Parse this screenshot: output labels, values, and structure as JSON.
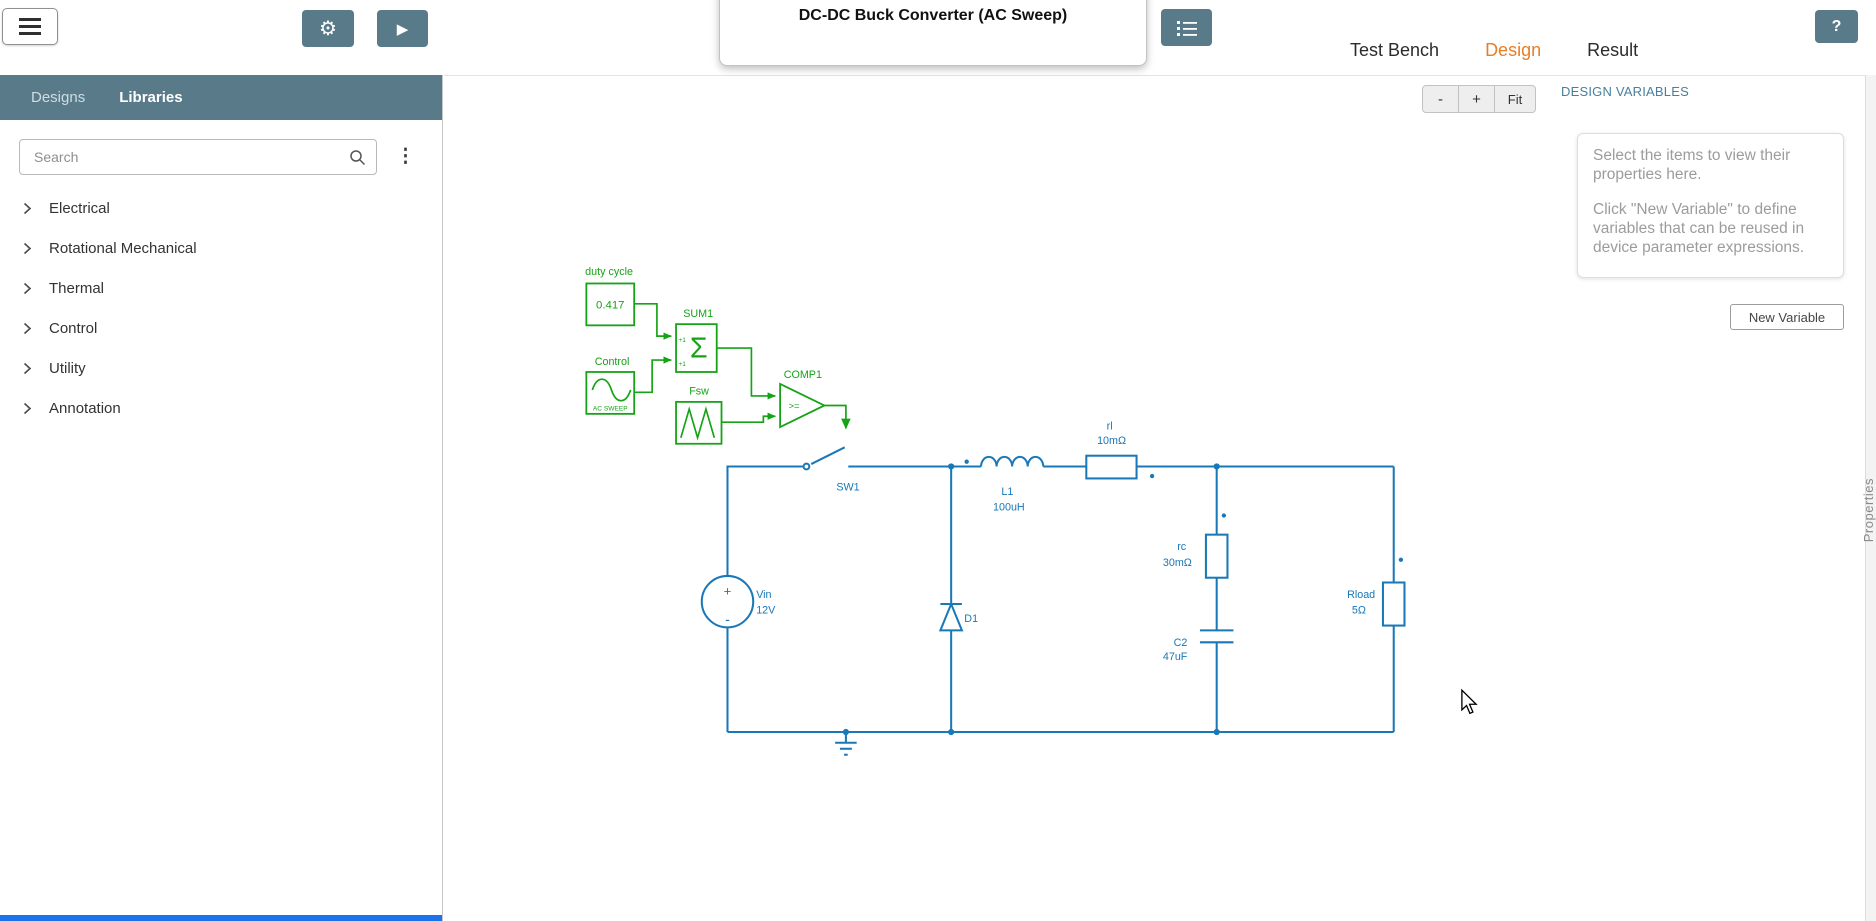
{
  "topbar": {
    "title": "DC-DC Buck Converter (AC Sweep)",
    "tabs": [
      {
        "label": "Test Bench"
      },
      {
        "label": "Design"
      },
      {
        "label": "Result"
      }
    ],
    "help_label": "?"
  },
  "icons": {
    "gear": "⚙",
    "play": "▶",
    "kebab": "⋮"
  },
  "sidebar": {
    "tabs": [
      {
        "label": "Designs"
      },
      {
        "label": "Libraries"
      }
    ],
    "search_placeholder": "Search",
    "items": [
      {
        "label": "Electrical"
      },
      {
        "label": "Rotational Mechanical"
      },
      {
        "label": "Thermal"
      },
      {
        "label": "Control"
      },
      {
        "label": "Utility"
      },
      {
        "label": "Annotation"
      }
    ]
  },
  "canvas_controls": {
    "zoom_out": "-",
    "zoom_in": "+",
    "zoom_fit": "Fit"
  },
  "design_variables": {
    "title": "DESIGN VARIABLES",
    "hint_paragraph1": "Select the items to view their properties here.",
    "hint_paragraph2": "Click \"New Variable\" to define variables that can be reused in device parameter expressions.",
    "new_variable_label": "New Variable"
  },
  "right_edge": {
    "properties_tab_label": "Properties"
  },
  "theme": {
    "toolbar_button_bg": "#597b89",
    "active_tab_color": "#e87e26",
    "sidebar_header_bg": "#597b89",
    "bottom_accent_color": "#1a73e8",
    "control_green": "#16a316",
    "power_blue": "#1878b8"
  },
  "schematic": {
    "control": {
      "duty_cycle_label": "duty cycle",
      "duty_cycle_value": "0.417",
      "source_label": "Control",
      "source_caption": "AC SWEEP",
      "sum_label": "SUM1",
      "sum_symbol": "Σ",
      "sum_gain_top": "+1",
      "sum_gain_bottom": "+1",
      "wave_label": "Fsw",
      "comparator_label": "COMP1",
      "comparator_symbol": ">="
    },
    "power": {
      "switch_label": "SW1",
      "source_name": "Vin",
      "source_value": "12V",
      "source_plus": "+",
      "source_minus": "-",
      "diode_label": "D1",
      "inductor_name": "L1",
      "inductor_value": "100uH",
      "resistor_rl_name": "rl",
      "resistor_rl_value": "10mΩ",
      "resistor_rc_name": "rc",
      "resistor_rc_value": "30mΩ",
      "capacitor_name": "C2",
      "capacitor_value": "47uF",
      "load_name": "Rload",
      "load_value": "5Ω"
    }
  }
}
